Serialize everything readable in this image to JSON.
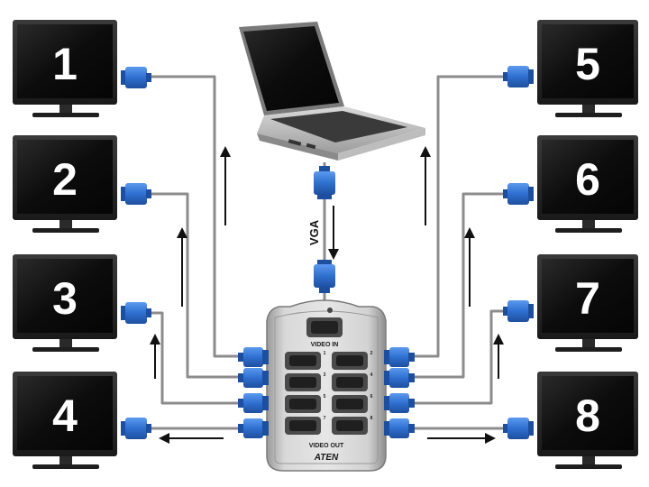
{
  "monitors": [
    {
      "label": "1"
    },
    {
      "label": "2"
    },
    {
      "label": "3"
    },
    {
      "label": "4"
    },
    {
      "label": "5"
    },
    {
      "label": "6"
    },
    {
      "label": "7"
    },
    {
      "label": "8"
    }
  ],
  "cable_label": "VGA",
  "splitter": {
    "video_in_label": "VIDEO IN",
    "video_out_label": "VIDEO OUT",
    "brand": "ATEN",
    "port_numbers": [
      "1",
      "2",
      "3",
      "4",
      "5",
      "6",
      "7",
      "8"
    ]
  },
  "colors": {
    "connector": "#2f6fd0",
    "cable": "#8c8c8c",
    "monitor_screen": "#101010",
    "splitter_body": "#c8c8c8"
  },
  "icons": [
    "monitor-icon",
    "laptop-icon",
    "vga-connector-icon",
    "splitter-device-icon",
    "arrow-icon"
  ]
}
